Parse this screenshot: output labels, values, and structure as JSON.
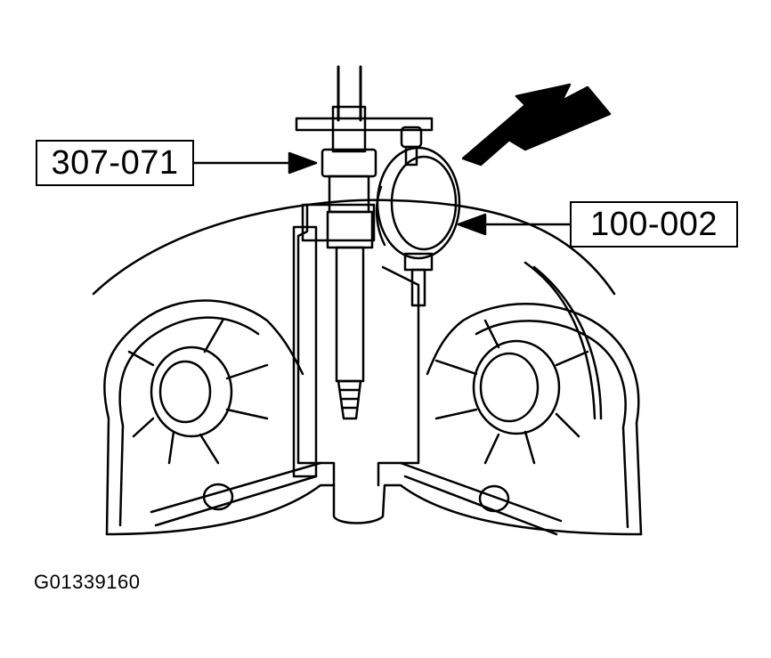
{
  "figure": {
    "callouts": [
      {
        "id": "tool-307-071",
        "label": "307-071"
      },
      {
        "id": "tool-100-002",
        "label": "100-002"
      }
    ],
    "figure_id": "G01339160"
  }
}
